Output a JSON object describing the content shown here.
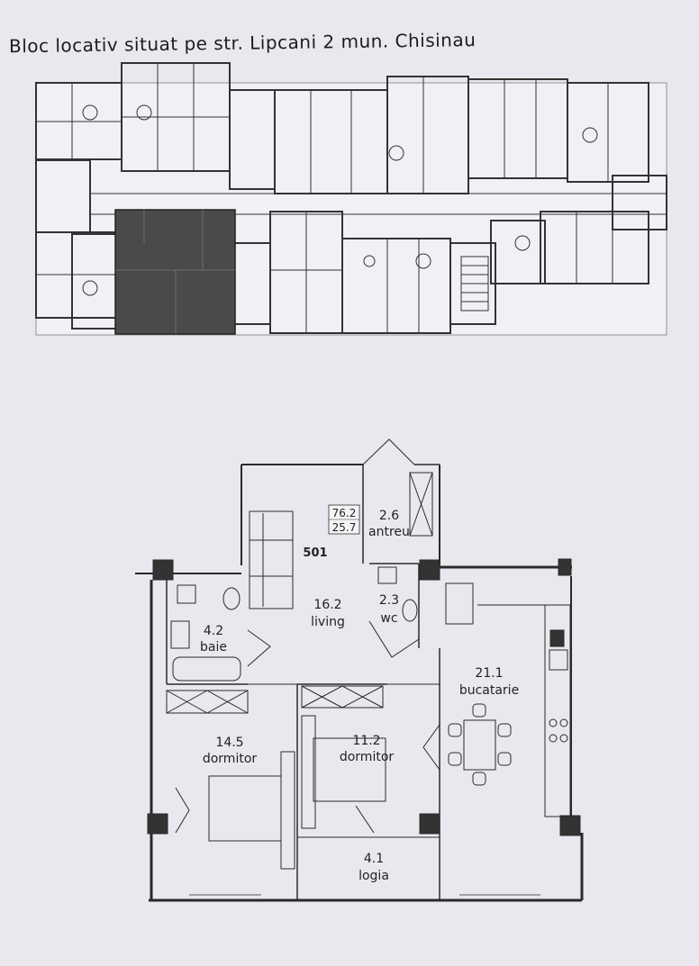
{
  "title": "Bloc locativ situat pe str. Lipcani 2 mun. Chisinau",
  "apartment": {
    "number": "501",
    "total_area": "76.2",
    "living_area": "25.7"
  },
  "rooms": [
    {
      "id": "antreu",
      "area": "2.6",
      "name": "antreu"
    },
    {
      "id": "living",
      "area": "16.2",
      "name": "living"
    },
    {
      "id": "wc",
      "area": "2.3",
      "name": "wc"
    },
    {
      "id": "baie",
      "area": "4.2",
      "name": "baie"
    },
    {
      "id": "bucatarie",
      "area": "21.1",
      "name": "bucatarie"
    },
    {
      "id": "dormitor1",
      "area": "14.5",
      "name": "dormitor"
    },
    {
      "id": "dormitor2",
      "area": "11.2",
      "name": "dormitor"
    },
    {
      "id": "logia",
      "area": "4.1",
      "name": "logia"
    }
  ],
  "colors": {
    "wall": "#2a2a2a",
    "highlight": "#4a4a4a",
    "background": "#e9e8ee"
  }
}
